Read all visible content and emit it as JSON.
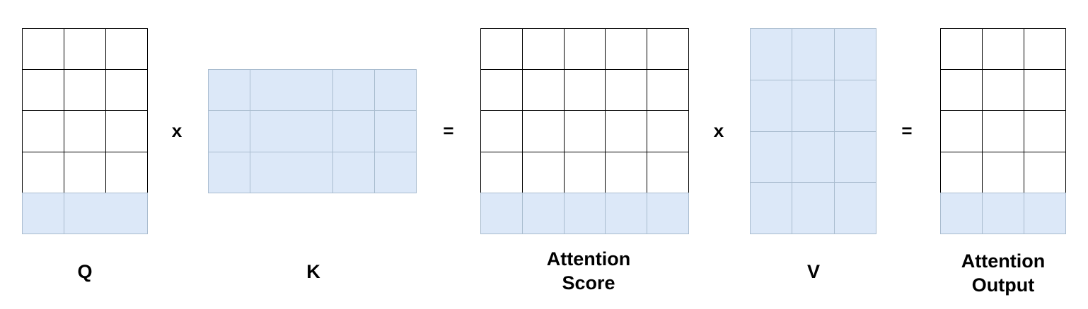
{
  "matrices": [
    {
      "id": "q",
      "label_lines": [
        "Q"
      ],
      "rows": [
        {
          "cols": 3,
          "style": "white"
        },
        {
          "cols": 3,
          "style": "white"
        },
        {
          "cols": 3,
          "style": "white"
        },
        {
          "cols": 3,
          "style": "white"
        },
        {
          "cols": 2,
          "style": "blue"
        }
      ]
    },
    {
      "id": "k",
      "label_lines": [
        "K"
      ],
      "rows": [
        {
          "cols": 4,
          "style": "blue"
        },
        {
          "cols": 4,
          "style": "blue"
        },
        {
          "cols": 4,
          "style": "blue"
        }
      ]
    },
    {
      "id": "attention-score",
      "label_lines": [
        "Attention",
        "Score"
      ],
      "rows": [
        {
          "cols": 5,
          "style": "white"
        },
        {
          "cols": 5,
          "style": "white"
        },
        {
          "cols": 5,
          "style": "white"
        },
        {
          "cols": 5,
          "style": "white"
        },
        {
          "cols": 5,
          "style": "blue"
        }
      ]
    },
    {
      "id": "v",
      "label_lines": [
        "V"
      ],
      "rows": [
        {
          "cols": 3,
          "style": "blue"
        },
        {
          "cols": 3,
          "style": "blue"
        },
        {
          "cols": 3,
          "style": "blue"
        },
        {
          "cols": 3,
          "style": "blue"
        }
      ]
    },
    {
      "id": "attention-output",
      "label_lines": [
        "Attention",
        "Output"
      ],
      "rows": [
        {
          "cols": 3,
          "style": "white"
        },
        {
          "cols": 3,
          "style": "white"
        },
        {
          "cols": 3,
          "style": "white"
        },
        {
          "cols": 3,
          "style": "white"
        },
        {
          "cols": 3,
          "style": "blue"
        }
      ]
    }
  ],
  "operators": [
    "x",
    "=",
    "x",
    "="
  ],
  "colors": {
    "grid_dark": "#000000",
    "grid_blue": "#a9bccf",
    "fill_blue": "#dce8f8",
    "fill_white": "#ffffff"
  }
}
